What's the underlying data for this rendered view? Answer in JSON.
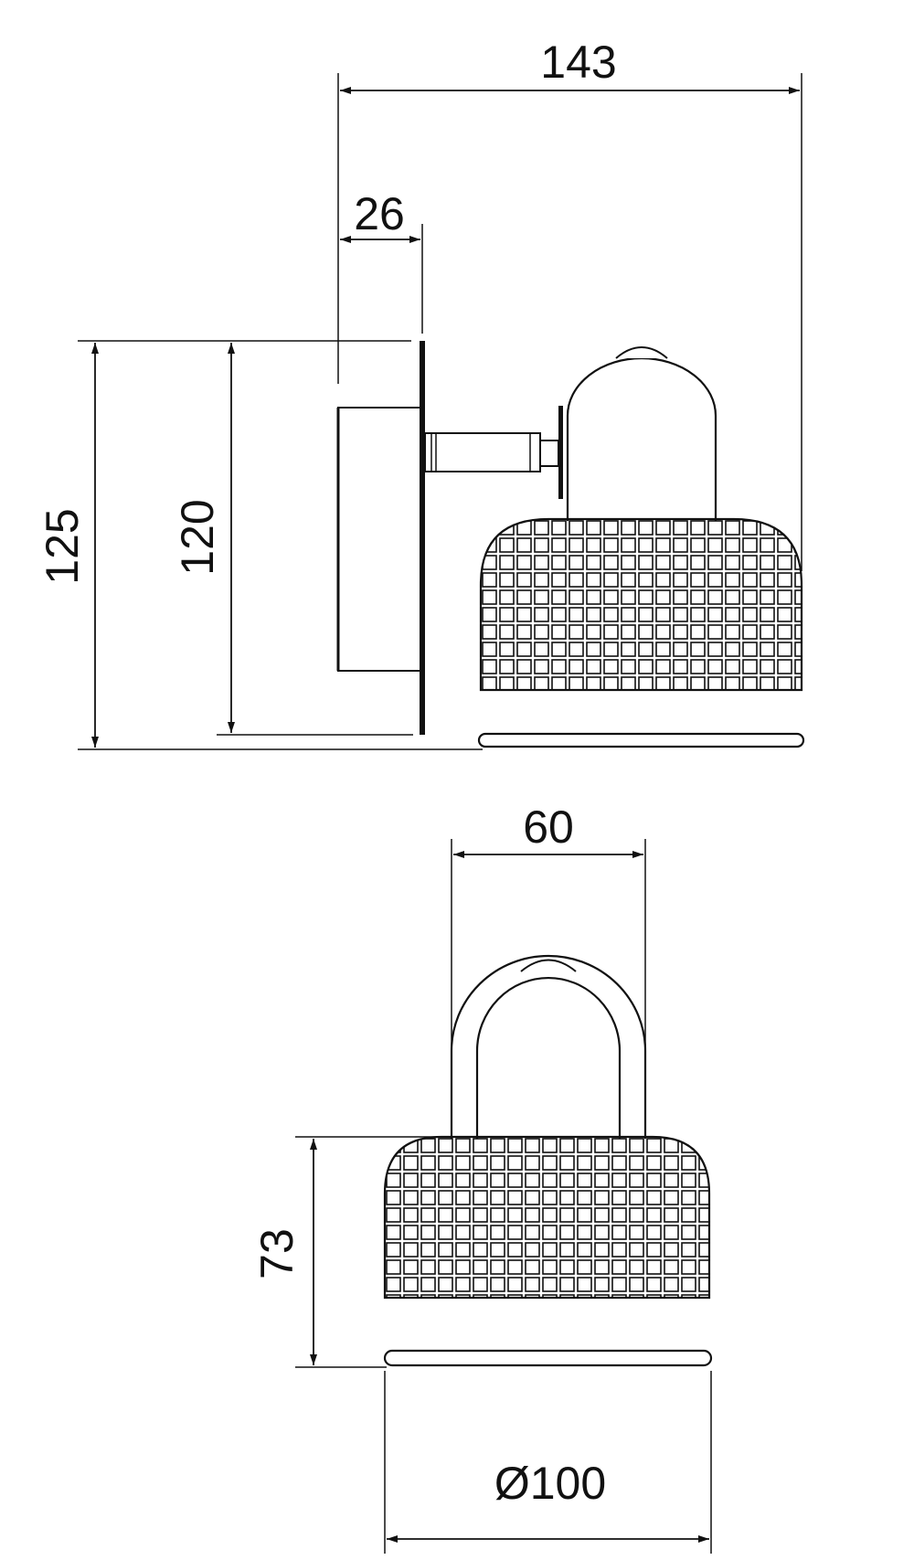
{
  "drawing": {
    "line_color": "#111111",
    "background": "#ffffff",
    "side_view": {
      "dimensions": {
        "overall_depth": "143",
        "plate_depth": "26",
        "overall_height": "125",
        "plate_height": "120"
      }
    },
    "front_view": {
      "dimensions": {
        "head_width": "60",
        "shade_height": "73",
        "shade_diameter": "Ø100"
      }
    }
  }
}
